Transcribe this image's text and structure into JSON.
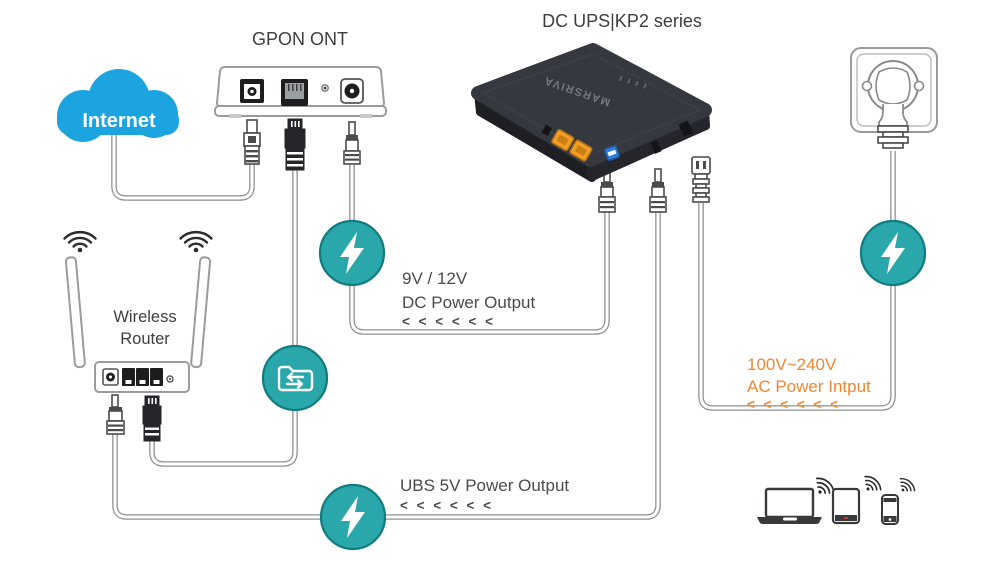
{
  "devices": {
    "internet_cloud": {
      "label": "Internet"
    },
    "gpon_ont": {
      "title": "GPON ONT"
    },
    "dc_ups": {
      "title": "DC UPS|KP2 series",
      "brand": "MARSRIVA"
    },
    "wireless_router": {
      "title_line1": "Wireless",
      "title_line2": "Router"
    },
    "client_devices": [
      "laptop",
      "tablet",
      "smartphone"
    ]
  },
  "connections": {
    "dc_output": {
      "line1": "9V / 12V",
      "line2": "DC Power Output",
      "chevrons": "< < < < < <"
    },
    "ac_input": {
      "line1": "100V~240V",
      "line2": "AC Power Intput",
      "chevrons": "< < < < < <"
    },
    "usb_output": {
      "line1": "UBS 5V Power Output",
      "chevrons": "< < < < < <"
    }
  },
  "icons": {
    "power_badge": "lightning-bolt-icon",
    "data_badge": "folder-transfer-icon",
    "wireless": "wifi-signal-icon"
  },
  "colors": {
    "badge_teal": "#2aa7aa",
    "badge_teal_border": "#0f7c80",
    "cloud_blue": "#1ba4df",
    "accent_orange": "#ed8733",
    "text_dark": "#3d3e40",
    "text_gray": "#4a4b4d"
  }
}
